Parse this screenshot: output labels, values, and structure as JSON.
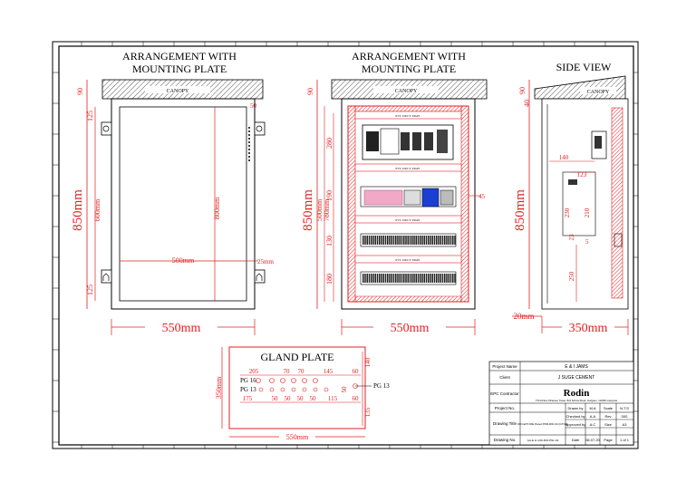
{
  "titles": {
    "front": [
      "ARRANGEMENT WITH",
      "MOUNTING PLATE"
    ],
    "mounting": [
      "ARRANGEMENT WITH",
      "MOUNTING PLATE"
    ],
    "side": "SIDE VIEW",
    "gland": "GLAND PLATE"
  },
  "canopy_label": "CANOPY",
  "front_dims": {
    "height": "850mm",
    "width": "550mm",
    "inner_width": "500mm",
    "inner_height": "800mm",
    "mid_height": "600mm",
    "top": "90",
    "top_gap": "125",
    "bottom_gap": "125",
    "side_gap": "25mm",
    "right_top": "50"
  },
  "mounting_dims": {
    "height": "850mm",
    "width": "550mm",
    "top": "90",
    "h_500": "500mm",
    "h_780": "780mm",
    "seg_280": "280",
    "seg_190": "190",
    "seg_130": "130",
    "seg_180": "180",
    "right_45": "45",
    "tray_label": "PVC DUCT TRAY"
  },
  "side_dims": {
    "height": "850mm",
    "depth": "350mm",
    "offset": "20mm",
    "top": "90",
    "top_40": "40",
    "d_140": "140",
    "d_123": "123",
    "d_250": "250",
    "d_210": "210",
    "d_23": "23",
    "d_5": "5",
    "d_230": "230"
  },
  "gland_dims": {
    "width": "550mm",
    "height": "350mm",
    "pg16": "PG 16",
    "pg13": "PG 13",
    "pg13_right": "PG 13",
    "top_row": [
      "205",
      "70",
      "70",
      "145",
      "60"
    ],
    "bottom_row": [
      "175",
      "50",
      "50",
      "50",
      "50",
      "115",
      "60"
    ],
    "right_top": "140",
    "right_bottom": "135",
    "mid_right": "50"
  },
  "title_block": {
    "project_name_label": "Project Name",
    "project_name_value": "E & I JAMS",
    "client_label": "Client",
    "client_value": "J SUGE CEMENT",
    "contractor_label": "EPC Contractor",
    "logo": "Rodin",
    "address": "Third Floor Dhaneer Tower, B-9 Sohna Road, Gurgaon, 122001 Haryana",
    "project_no_label": "Project No.",
    "drawn_by_label": "Drawn by",
    "drawn_by_value": "M.A",
    "scale_label": "Scale",
    "scale_value": "N.T.S",
    "checked_label": "Checked by",
    "checked_value": "A.A",
    "rev_label": "Rev",
    "rev_value": "000",
    "drawing_title_label": "Drawing Title",
    "drawing_title_value": "RIO-EXT-IDE Panel PDR-RIO-04 (GTCA)",
    "approved_label": "Approved by",
    "approved_value": "A.C",
    "size_label": "Size",
    "size_value": "A3",
    "drawing_no_label": "Drawing No.",
    "drawing_no_value": "GA-E & I-DD-RIO-PNL-04",
    "date_label": "Date",
    "date_value": "06.07.20",
    "page_label": "Page",
    "page_value": "1 of 1"
  }
}
